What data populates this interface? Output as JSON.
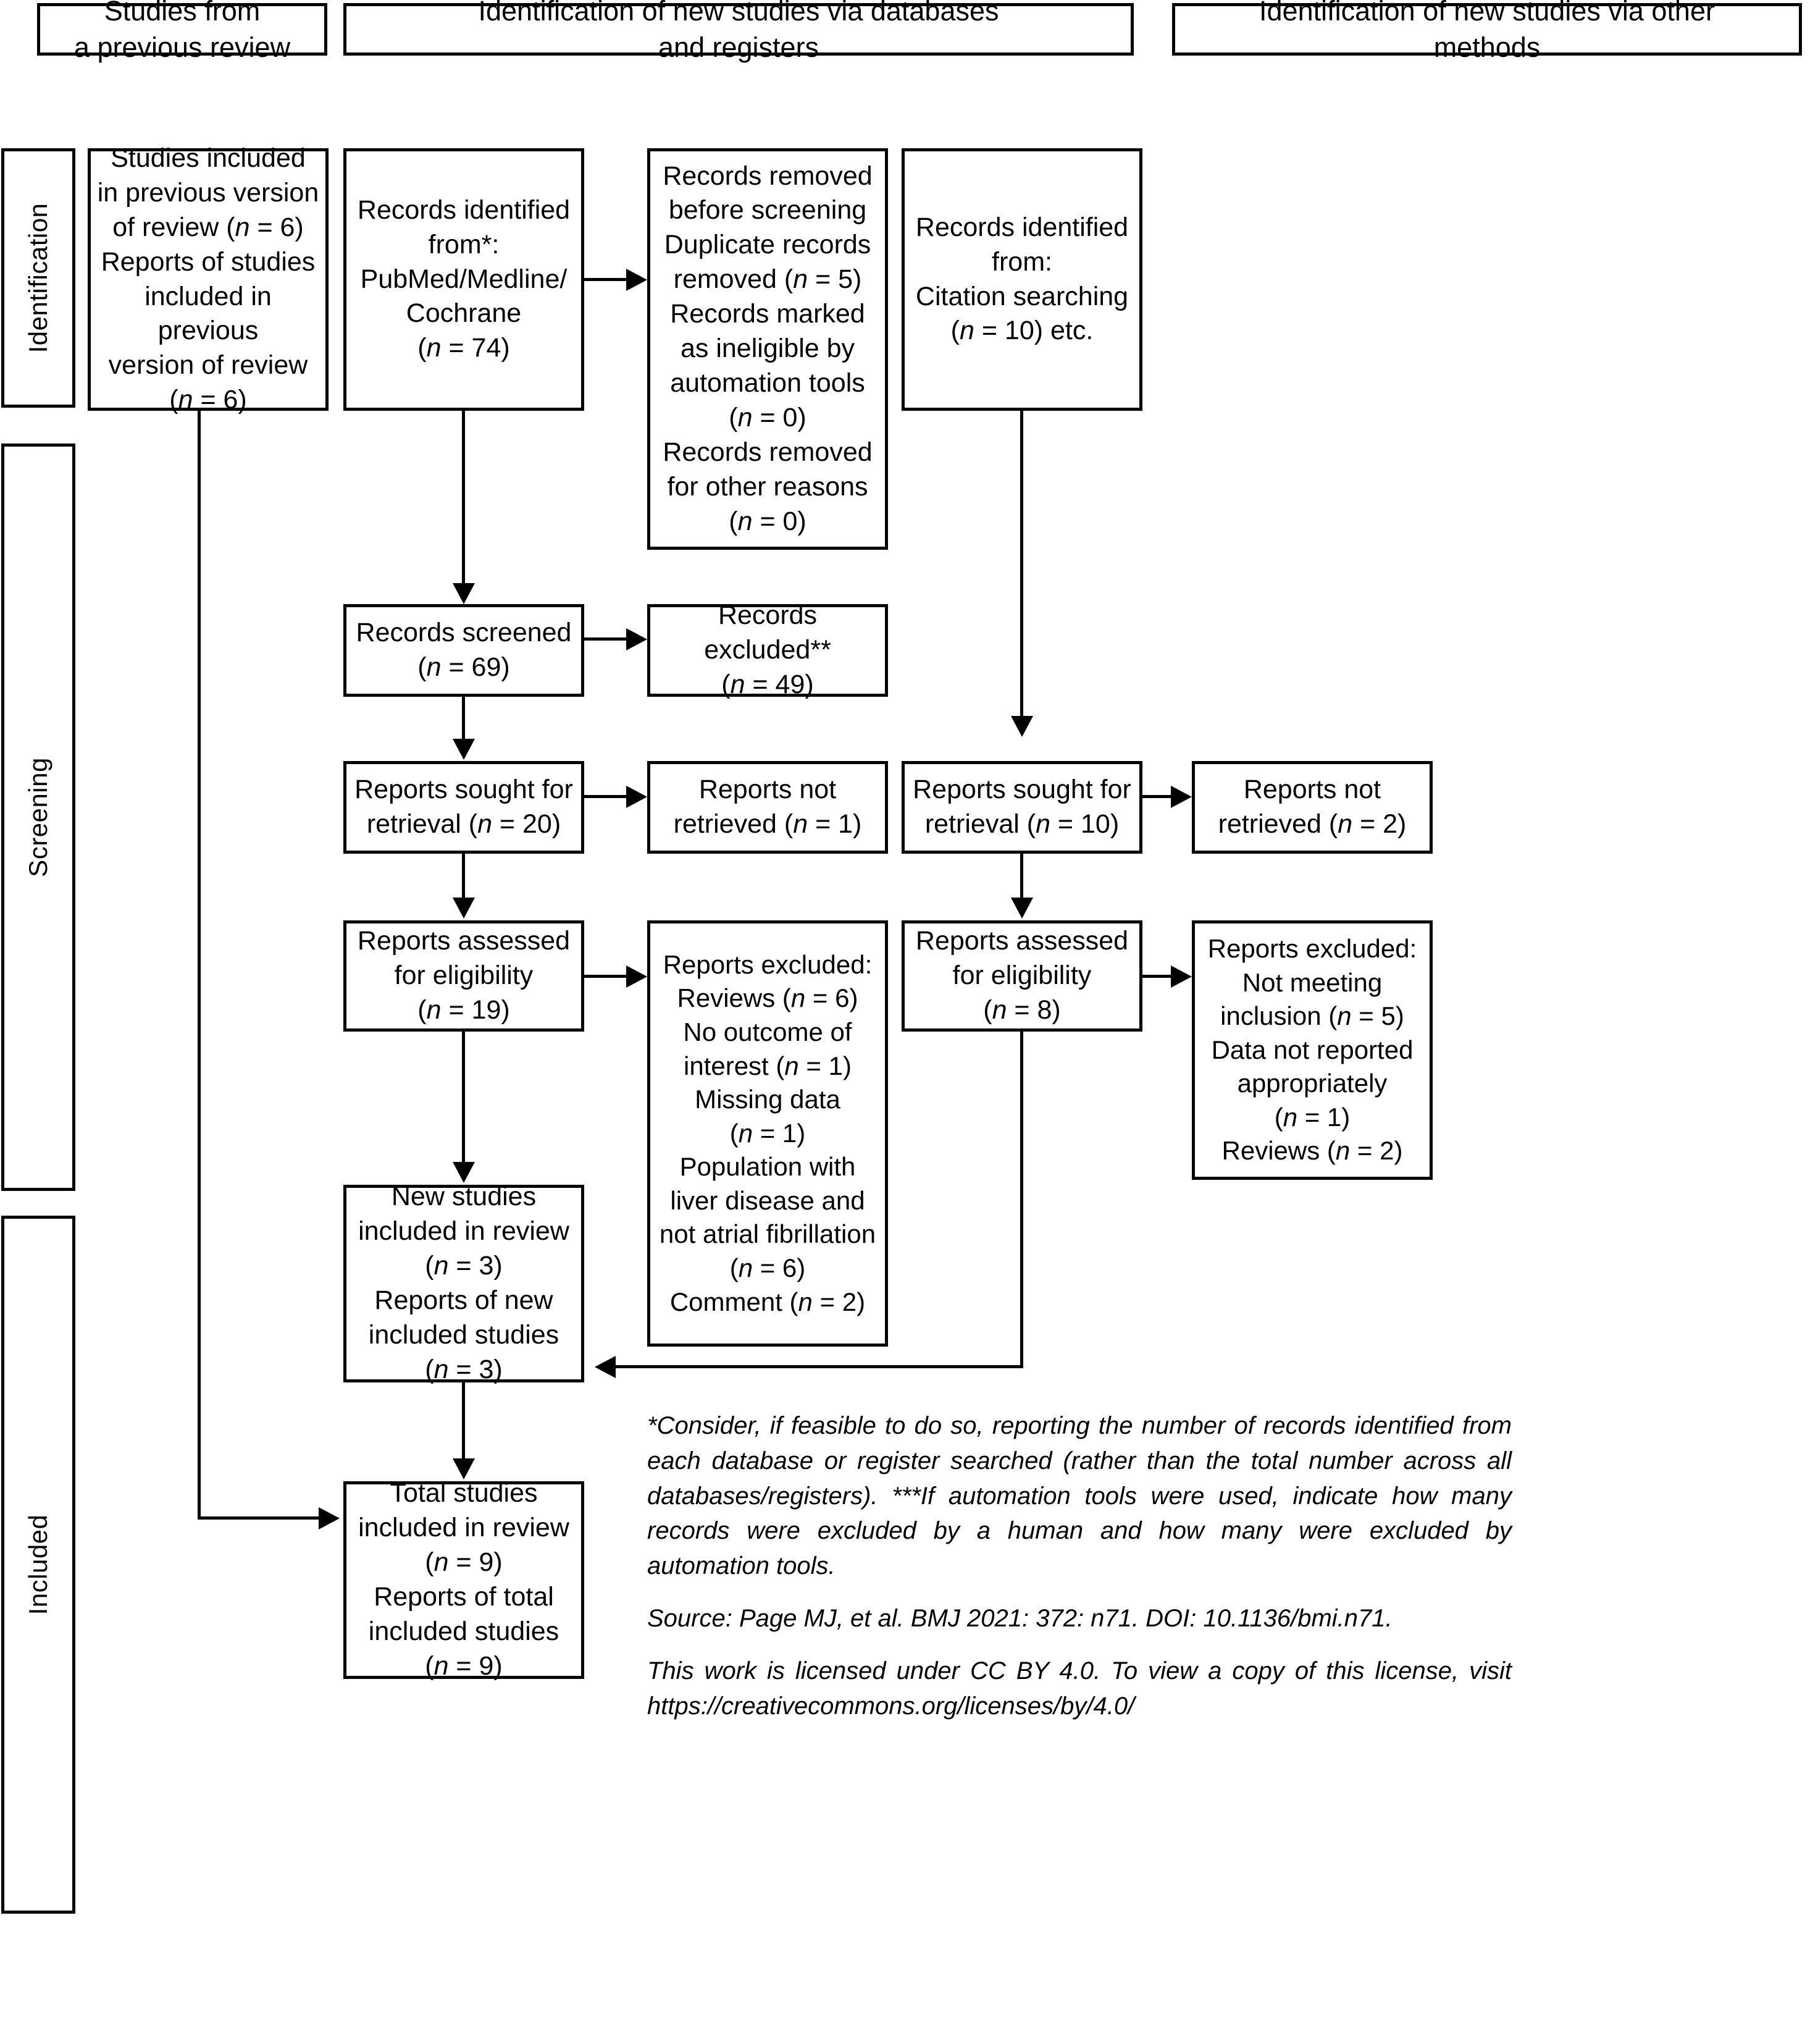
{
  "headers": {
    "previous": "Studies from\na previous review",
    "databases": "Identification of new studies via databases\nand registers",
    "other": "Identification of new studies via other\nmethods"
  },
  "phases": {
    "identification": "Identification",
    "screening": "Screening",
    "included": "Included"
  },
  "nodes": {
    "previous_studies": "Studies included\nin previous version\nof review (n = 6)\nReports of studies\nincluded in previous\nversion of review\n(n = 6)",
    "records_identified_db": "Records identified\nfrom*:\nPubMed/Medline/\nCochrane\n(n = 74)",
    "records_removed": "Records removed\nbefore screening\nDuplicate records\nremoved (n = 5)\nRecords marked\nas ineligible by\nautomation tools\n(n = 0)\nRecords removed\nfor other reasons\n(n = 0)",
    "records_identified_other": "Records identified\nfrom:\nCitation searching\n(n = 10) etc.",
    "records_screened": "Records screened\n(n = 69)",
    "records_excluded": "Records excluded**\n(n = 49)",
    "reports_sought_db": "Reports sought for\nretrieval (n = 20)",
    "reports_not_retrieved_db": "Reports not\nretrieved (n = 1)",
    "reports_sought_other": "Reports sought for\nretrieval (n = 10)",
    "reports_not_retrieved_other": "Reports not\nretrieved (n = 2)",
    "reports_assessed_db": "Reports assessed\nfor eligibility\n(n = 19)",
    "reports_excluded_db": "Reports excluded:\nReviews (n = 6)\nNo outcome of\ninterest (n = 1)\nMissing data\n(n = 1)\nPopulation with\nliver disease and\nnot atrial fibrillation\n(n = 6)\nComment (n = 2)",
    "reports_assessed_other": "Reports assessed\nfor eligibility\n(n = 8)",
    "reports_excluded_other": "Reports excluded:\nNot meeting\ninclusion (n = 5)\nData not reported\nappropriately\n(n = 1)\nReviews (n = 2)",
    "new_studies_included": "New studies\nincluded in review\n(n = 3)\nReports of new\nincluded studies\n(n = 3)",
    "total_studies_included": "Total studies\nincluded in review\n(n = 9)\nReports of total\nincluded studies\n(n = 9)"
  },
  "counts": {
    "previous_studies": 6,
    "previous_reports": 6,
    "records_identified_db": 74,
    "duplicates_removed": 5,
    "ineligible_automation": 0,
    "removed_other_reasons": 0,
    "records_identified_other": 10,
    "records_screened": 69,
    "records_excluded": 49,
    "reports_sought_db": 20,
    "reports_not_retrieved_db": 1,
    "reports_sought_other": 10,
    "reports_not_retrieved_other": 2,
    "reports_assessed_db": 19,
    "reports_assessed_other": 8,
    "excluded_reviews_db": 6,
    "excluded_no_outcome": 1,
    "excluded_missing_data": 1,
    "excluded_population_liver": 6,
    "excluded_comment": 2,
    "excluded_not_meeting_inclusion": 5,
    "excluded_data_not_reported": 1,
    "excluded_reviews_other": 2,
    "new_studies": 3,
    "new_reports": 3,
    "total_studies": 9,
    "total_reports": 9
  },
  "footnote": {
    "note": "*Consider, if feasible to do so, reporting the number of records identified from each database or register searched (rather than the total number across all databases/registers). ***If automation tools were used, indicate how many records were excluded by a human and how many were excluded by automation tools.",
    "source": "Source: Page MJ, et al. BMJ 2021: 372: n71. DOI: 10.1136/bmi.n71.",
    "license": "This work is licensed under CC BY 4.0. To view a copy of this license, visit https://creativecommons.org/licenses/by/4.0/"
  },
  "colors": {
    "stroke": "#000000",
    "background": "#ffffff",
    "text": "#000000"
  }
}
